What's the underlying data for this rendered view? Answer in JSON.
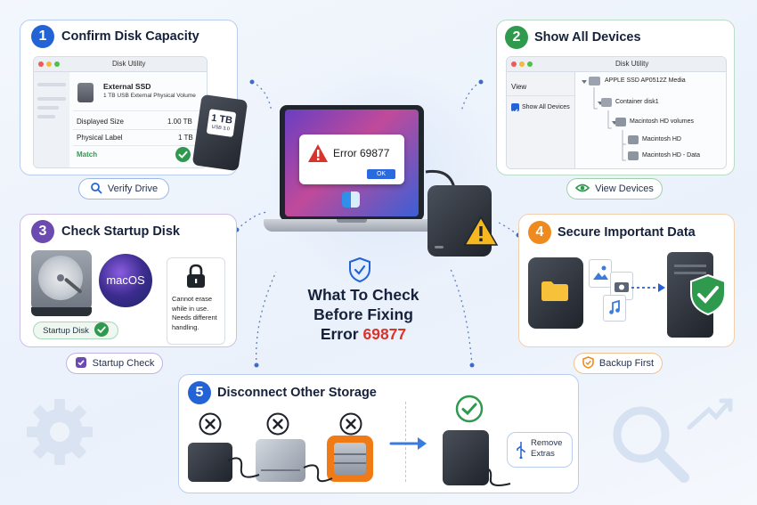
{
  "center": {
    "title_line1": "What To Check",
    "title_line2": "Before Fixing",
    "title_line3_prefix": "Error ",
    "title_line3_code": "69877",
    "error_dialog_text": "Error 69877",
    "error_dialog_ok": "OK"
  },
  "card1": {
    "number": "1",
    "title": "Confirm Disk Capacity",
    "window_title": "Disk Utility",
    "drive_name": "External SSD",
    "drive_desc": "1 TB USB External Physical Volume",
    "row1_label": "Displayed Size",
    "row1_value": "1.00 TB",
    "row2_label": "Physical Label",
    "row2_value": "1 TB",
    "match_label": "Match",
    "drive_label_big": "1 TB",
    "drive_label_small": "USB 3.0",
    "pill": "Verify Drive"
  },
  "card2": {
    "number": "2",
    "title": "Show All Devices",
    "window_title": "Disk Utility",
    "menu_view": "View",
    "menu_show_all": "Show All Devices",
    "tree": [
      "APPLE SSD AP0512Z Media",
      "Container disk1",
      "Macintosh HD volumes",
      "Macintosh HD",
      "Macintosh HD - Data"
    ],
    "pill": "View Devices"
  },
  "card3": {
    "number": "3",
    "title": "Check Startup Disk",
    "macos_label": "macOS",
    "startup_badge": "Startup Disk",
    "note": [
      "Cannot erase",
      "while in use.",
      "Needs different",
      "handling."
    ],
    "pill": "Startup Check"
  },
  "card4": {
    "number": "4",
    "title": "Secure Important Data",
    "pill": "Backup First"
  },
  "card5": {
    "number": "5",
    "title": "Disconnect Other Storage",
    "remove_line1": "Remove",
    "remove_line2": "Extras"
  },
  "colors": {
    "blue": "#2463d6",
    "green": "#2f9a4e",
    "purple": "#6c4bb0",
    "orange": "#ef8a1f",
    "error_red": "#d9342b"
  }
}
